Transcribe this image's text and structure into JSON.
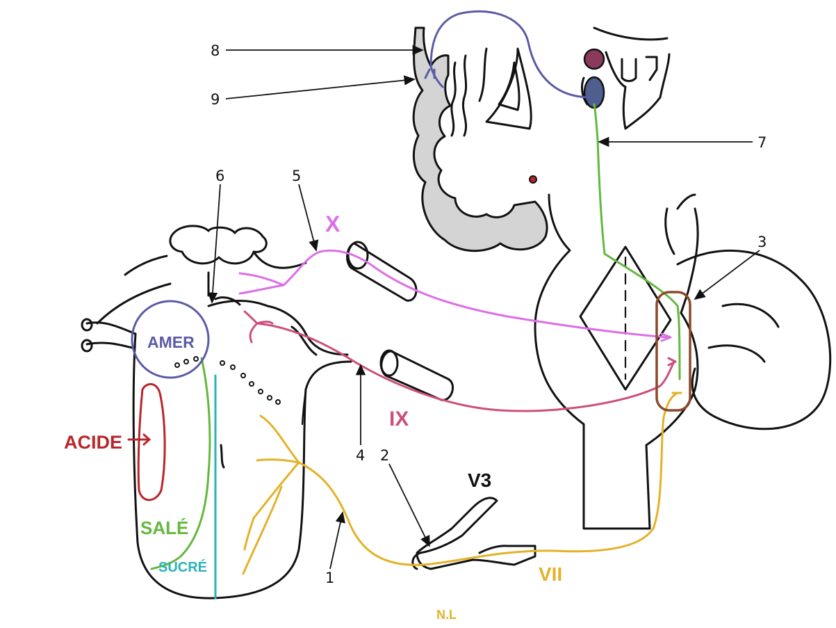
{
  "colors": {
    "chorda": "#e3b228",
    "glosso": "#cc4f7e",
    "vagus": "#dc6fe6",
    "lingual_sale": "#63b83d",
    "sucre": "#2ab3b8",
    "amer": "#5a5aa6",
    "acide": "#b8262b",
    "solitary": "#8a4a2a",
    "thalamus_path": "#5a5aa6"
  },
  "numbers": [
    "1",
    "2",
    "3",
    "4",
    "5",
    "6",
    "7",
    "8",
    "9"
  ],
  "taste_labels": {
    "acide": "ACIDE",
    "amer": "AMER",
    "sale": "SALÉ",
    "sucre": "SUCRÉ"
  },
  "nerve_labels": {
    "vii": "VII",
    "ix": "IX",
    "x": "X",
    "v3": "V3",
    "nl": "N.L"
  }
}
